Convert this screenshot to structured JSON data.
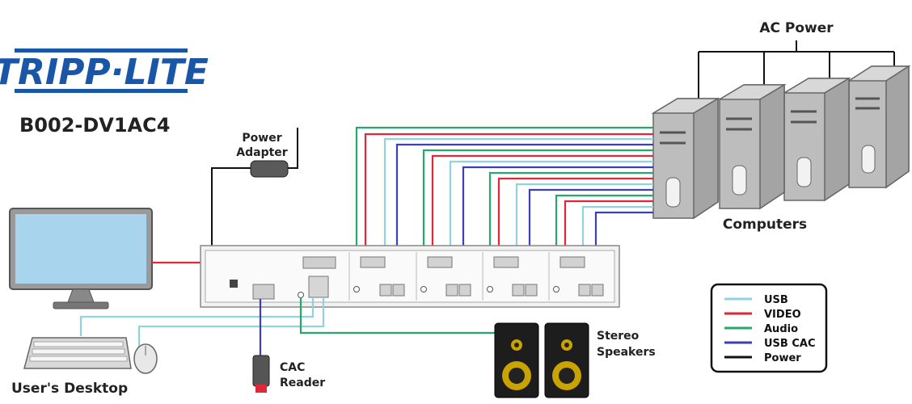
{
  "brand": {
    "logo_text": "TRIPP·LITE",
    "model": "B002-DV1AC4",
    "brand_color": "#1a56a8"
  },
  "labels": {
    "ac_power": "AC Power",
    "power_adapter_line1": "Power",
    "power_adapter_line2": "Adapter",
    "computers": "Computers",
    "users_desktop": "User's Desktop",
    "cac_reader_line1": "CAC",
    "cac_reader_line2": "Reader",
    "speakers_line1": "Stereo",
    "speakers_line2": "Speakers"
  },
  "legend": [
    {
      "label": "USB",
      "color": "#8fd3e0"
    },
    {
      "label": "VIDEO",
      "color": "#e0283a"
    },
    {
      "label": "Audio",
      "color": "#27a86a"
    },
    {
      "label": "USB CAC",
      "color": "#3d3fb5"
    },
    {
      "label": "Power",
      "color": "#111111"
    }
  ],
  "icons": {
    "logo": "tripp-lite-logo",
    "monitor": "monitor-icon",
    "keyboard": "keyboard-icon",
    "mouse": "mouse-icon",
    "kvm_switch": "kvm-switch-icon",
    "power_adapter": "power-adapter-icon",
    "cac_reader": "cac-reader-icon",
    "speaker": "speaker-icon",
    "computer_tower": "computer-tower-icon"
  }
}
